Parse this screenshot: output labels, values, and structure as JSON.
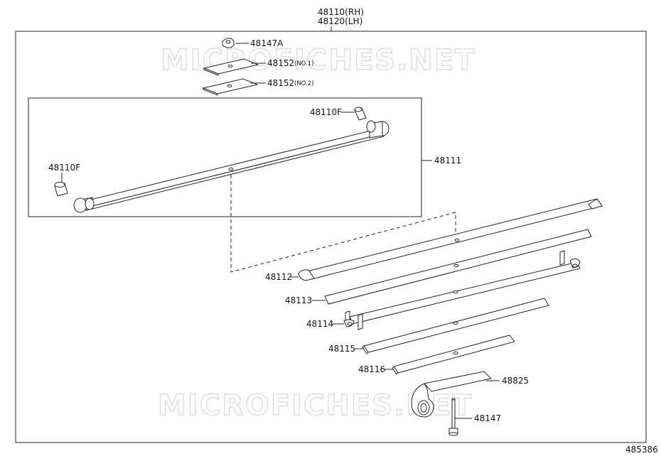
{
  "header": {
    "rh_label": "48110(RH)",
    "lh_label": "48120(LH)"
  },
  "watermark": {
    "text_top": "MICROFICHES.NET",
    "text_bottom": "MICROFICHES.NET"
  },
  "parts": {
    "nut": {
      "number": "48147A"
    },
    "pad_no1": {
      "number": "48152",
      "note": "(NO.1)"
    },
    "pad_no2": {
      "number": "48152",
      "note": "(NO.2)"
    },
    "bushing_right": {
      "number": "48110F"
    },
    "bushing_left": {
      "number": "48110F"
    },
    "main_leaf": {
      "number": "48111"
    },
    "leaf_2": {
      "number": "48112"
    },
    "leaf_3": {
      "number": "48113"
    },
    "leaf_4": {
      "number": "48114"
    },
    "leaf_5": {
      "number": "48115"
    },
    "leaf_6": {
      "number": "48116"
    },
    "shackle": {
      "number": "48825"
    },
    "bolt": {
      "number": "48147"
    }
  },
  "footer": {
    "diagram_code": "485386"
  }
}
